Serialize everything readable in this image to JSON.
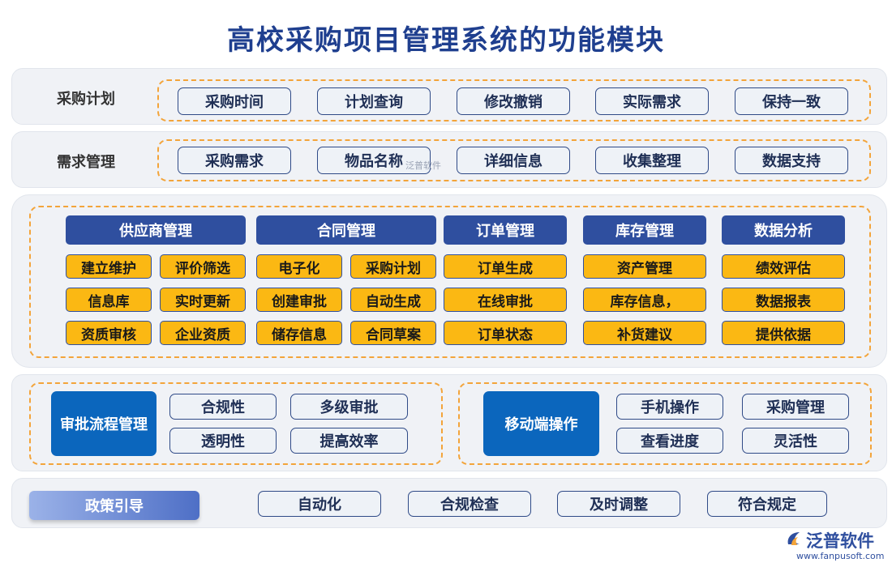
{
  "title": "高校采购项目管理系统的功能模块",
  "plan": {
    "label": "采购计划",
    "items": [
      "采购时间",
      "计划查询",
      "修改撤销",
      "实际需求",
      "保持一致"
    ]
  },
  "demand": {
    "label": "需求管理",
    "items": [
      "采购需求",
      "物品名称",
      "详细信息",
      "收集整理",
      "数据支持"
    ]
  },
  "watermark": "泛普软件",
  "modules": {
    "supplier": {
      "head": "供应商管理",
      "items": [
        "建立维护",
        "评价筛选",
        "信息库",
        "实时更新",
        "资质审核",
        "企业资质"
      ]
    },
    "contract": {
      "head": "合同管理",
      "items": [
        "电子化",
        "采购计划",
        "创建审批",
        "自动生成",
        "储存信息",
        "合同草案"
      ]
    },
    "order": {
      "head": "订单管理",
      "items": [
        "订单生成",
        "在线审批",
        "订单状态"
      ]
    },
    "inventory": {
      "head": "库存管理",
      "items": [
        "资产管理",
        "库存信息，",
        "补货建议"
      ]
    },
    "analysis": {
      "head": "数据分析",
      "items": [
        "绩效评估",
        "数据报表",
        "提供依据"
      ]
    }
  },
  "approval": {
    "label": "审批流程管理",
    "items": [
      "合规性",
      "多级审批",
      "透明性",
      "提高效率"
    ]
  },
  "mobile": {
    "label": "移动端操作",
    "items": [
      "手机操作",
      "采购管理",
      "查看进度",
      "灵活性"
    ]
  },
  "policy": {
    "label": "政策引导",
    "items": [
      "自动化",
      "合规检查",
      "及时调整",
      "符合规定"
    ]
  },
  "logo": {
    "name": "泛普软件",
    "url": "www.fanpusoft.com"
  },
  "colors": {
    "title": "#1f3f8f",
    "head": "#2f4f9f",
    "cell": "#fbb813",
    "bigblue": "#0b66bd",
    "dashed": "#f3a43a"
  }
}
